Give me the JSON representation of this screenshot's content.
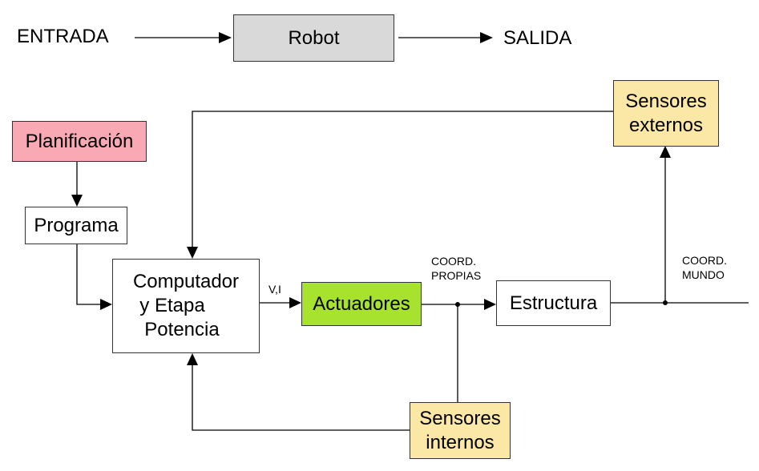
{
  "top": {
    "input_label": "ENTRADA",
    "robot_label": "Robot",
    "output_label": "SALIDA"
  },
  "blocks": {
    "planificacion": "Planificación",
    "programa": "Programa",
    "computador": [
      "Computador",
      "y Etapa",
      "Potencia"
    ],
    "actuadores": "Actuadores",
    "estructura": "Estructura",
    "sensores_externos": [
      "Sensores",
      "externos"
    ],
    "sensores_internos": [
      "Sensores",
      "internos"
    ]
  },
  "signals": {
    "vi": "V,I",
    "coord_propias": [
      "COORD.",
      "PROPIAS"
    ],
    "coord_mundo": [
      "COORD.",
      "MUNDO"
    ]
  },
  "colors": {
    "robot_fill": "#d9d9d9",
    "planificacion_fill": "#f9a9b4",
    "actuadores_fill": "#a6e22e",
    "sensores_fill": "#fbe7a6",
    "plain_fill": "#ffffff",
    "line": "#000000"
  }
}
